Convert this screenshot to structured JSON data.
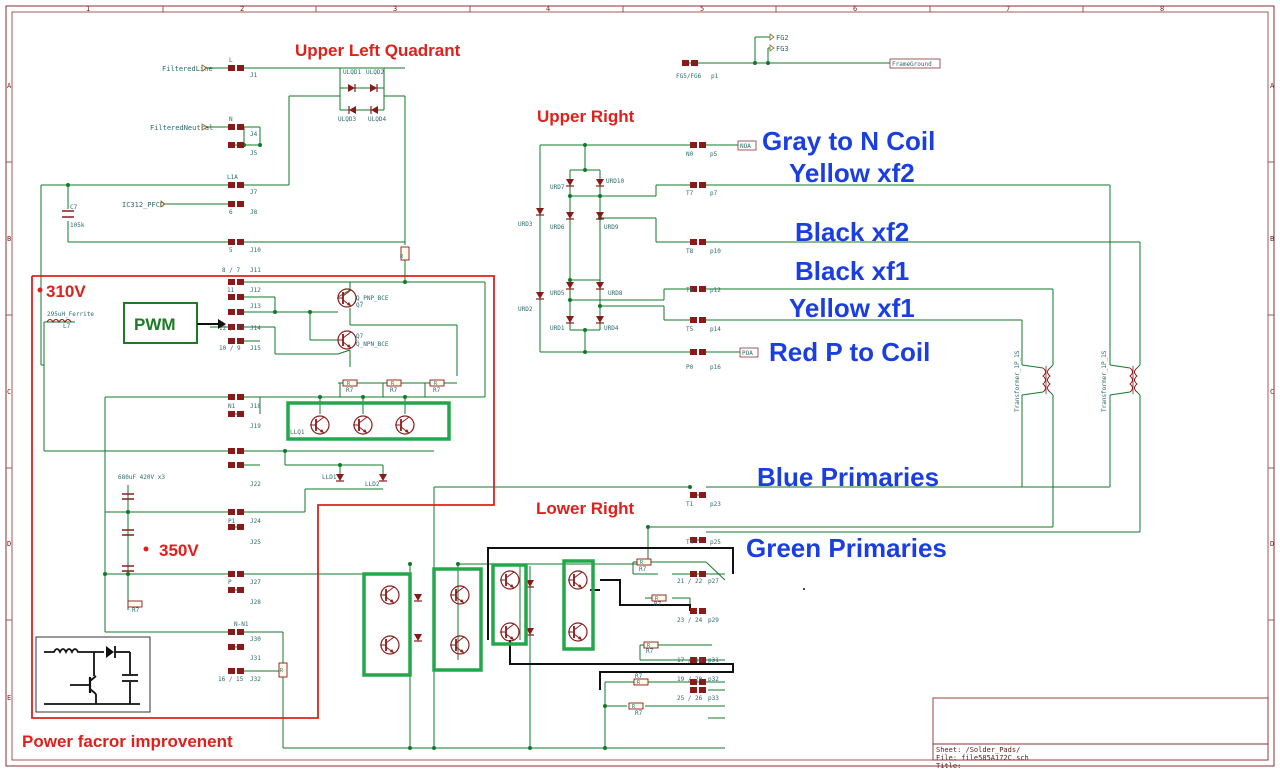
{
  "annotations_red": {
    "upper_left": "Upper Left Quadrant",
    "upper_right": "Upper Right",
    "lower_right": "Lower Right",
    "v310": "310V",
    "v350": "350V",
    "pfc": "Power facror improvenent"
  },
  "annotations_blue": {
    "gray_n": "Gray to N Coil",
    "yellow_xf2": "Yellow xf2",
    "black_xf2": "Black xf2",
    "black_xf1": "Black xf1",
    "yellow_xf1": "Yellow xf1",
    "red_p": "Red P to Coil",
    "blue_prim": "Blue Primaries",
    "green_prim": "Green Primaries"
  },
  "pwm_label": "PWM",
  "nets": {
    "filtered_line": "FilteredLine",
    "filtered_neutral": "FilteredNeutral",
    "ic312": "IC312_PFCD",
    "frame_ground": "FrameGround",
    "fg2": "FG2",
    "fg3": "FG3",
    "noa": "NOA",
    "poa": "POA"
  },
  "connectors_left": [
    {
      "pin": "L",
      "ref": "J1"
    },
    {
      "pin": "N",
      "ref": "J4"
    },
    {
      "pin": "",
      "ref": "J5"
    },
    {
      "pin": "L1A",
      "ref": "J7"
    },
    {
      "pin": "6",
      "ref": "J8"
    },
    {
      "pin": "5",
      "ref": "J10"
    },
    {
      "pin": "8 / 7",
      "ref": "J11"
    },
    {
      "pin": "11",
      "ref": "J12"
    },
    {
      "pin": "",
      "ref": "J13"
    },
    {
      "pin": "12 / 13",
      "ref": "J14"
    },
    {
      "pin": "10 / 9",
      "ref": "J15"
    },
    {
      "pin": "N1",
      "ref": "J18"
    },
    {
      "pin": "",
      "ref": "J19"
    },
    {
      "pin": "",
      "ref": "J22"
    },
    {
      "pin": "P1",
      "ref": "J24"
    },
    {
      "pin": "",
      "ref": "J25"
    },
    {
      "pin": "P",
      "ref": "J27"
    },
    {
      "pin": "",
      "ref": "J28"
    },
    {
      "pin": "N-N1",
      "ref": "J30"
    },
    {
      "pin": "",
      "ref": "J31"
    },
    {
      "pin": "16 / 15",
      "ref": "J32"
    }
  ],
  "connectors_right": [
    {
      "pin": "N0",
      "ref": "p5"
    },
    {
      "pin": "T7",
      "ref": "p7"
    },
    {
      "pin": "T8",
      "ref": "p10"
    },
    {
      "pin": "T6",
      "ref": "p12"
    },
    {
      "pin": "T5",
      "ref": "p14"
    },
    {
      "pin": "P0",
      "ref": "p16"
    },
    {
      "pin": "T1",
      "ref": "p23"
    },
    {
      "pin": "T4",
      "ref": "p25"
    },
    {
      "pin": "21 / 22",
      "ref": "p27"
    },
    {
      "pin": "23 / 24",
      "ref": "p29"
    },
    {
      "pin": "17 / 18",
      "ref": "p31"
    },
    {
      "pin": "19 / 20",
      "ref": "p32"
    },
    {
      "pin": "25 / 26",
      "ref": "p33"
    }
  ],
  "fg_connector": {
    "pin": "FG5/FG6",
    "ref": "p1"
  },
  "components": {
    "c7": "C7",
    "c7_val": "105k",
    "l7_val": "295uH_Ferrite",
    "l7": "L7",
    "q_pnp": "Q_PNP_BCE",
    "q_npn": "Q_NPN_BCE",
    "q7": "Q7",
    "cap_note": "680uF 420V x3",
    "ulq01": "ULQD1",
    "ulq02": "ULQD2",
    "ulq03": "ULQD3",
    "ulq04": "ULQD4",
    "urd7": "URD7",
    "urd10": "URD10",
    "urd3": "URD3",
    "urd6": "URD6",
    "urd9": "URD9",
    "urd5": "URD5",
    "urd8": "URD8",
    "urd2": "URD2",
    "urd1": "URD1",
    "urd4": "URD4",
    "lld1": "LLD1",
    "lld2": "LLD2",
    "llq1": "LLQ1",
    "xfmr": "Transformer_1P_1S",
    "r_label": "R",
    "r7": "R7"
  },
  "title_block": {
    "sheet": "Sheet: /Solder_Pads/",
    "file": "File: file585A172C.sch",
    "title": "Title:"
  },
  "border_cols": [
    "1",
    "2",
    "3",
    "4",
    "5",
    "6",
    "7",
    "8"
  ],
  "border_rows": [
    "A",
    "B",
    "C",
    "D",
    "E"
  ]
}
